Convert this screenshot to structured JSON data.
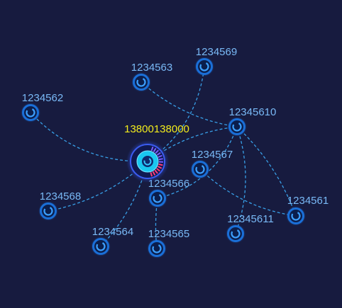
{
  "colors": {
    "background": "#171b3f",
    "edge": "#3aa6f0",
    "node_label": "#79b9f6",
    "center_label": "#f2ec1c",
    "node_ring": "#1a6fd8",
    "node_core": "#0b1e4c",
    "center_glow": "#2f52e6",
    "center_core": "#19c7f0",
    "center_dial": "#ff3f7a"
  },
  "center": {
    "id": "center",
    "label": "13800138000",
    "icon": "phone-hub-icon"
  },
  "nodes": [
    {
      "id": "n1234569",
      "label": "1234569",
      "icon": "ring-node-icon"
    },
    {
      "id": "n1234563",
      "label": "1234563",
      "icon": "ring-node-icon"
    },
    {
      "id": "n1234562",
      "label": "1234562",
      "icon": "ring-node-icon"
    },
    {
      "id": "n12345610",
      "label": "12345610",
      "icon": "ring-node-icon"
    },
    {
      "id": "n1234567",
      "label": "1234567",
      "icon": "ring-node-icon"
    },
    {
      "id": "n1234566",
      "label": "1234566",
      "icon": "ring-node-icon"
    },
    {
      "id": "n1234568",
      "label": "1234568",
      "icon": "ring-node-icon"
    },
    {
      "id": "n1234561",
      "label": "1234561",
      "icon": "ring-node-icon"
    },
    {
      "id": "n12345611",
      "label": "12345611",
      "icon": "ring-node-icon"
    },
    {
      "id": "n1234564",
      "label": "1234564",
      "icon": "ring-node-icon"
    },
    {
      "id": "n1234565",
      "label": "1234565",
      "icon": "ring-node-icon"
    }
  ],
  "edges": [
    {
      "from": "center",
      "to": "n1234569"
    },
    {
      "from": "center",
      "to": "n1234562"
    },
    {
      "from": "center",
      "to": "n12345610"
    },
    {
      "from": "center",
      "to": "n1234568"
    },
    {
      "from": "center",
      "to": "n1234564"
    },
    {
      "from": "n1234563",
      "to": "n12345610"
    },
    {
      "from": "n12345610",
      "to": "n1234566"
    },
    {
      "from": "n12345610",
      "to": "n1234561"
    },
    {
      "from": "n12345610",
      "to": "n12345611"
    },
    {
      "from": "n1234567",
      "to": "n1234561"
    },
    {
      "from": "n1234566",
      "to": "n1234565"
    }
  ]
}
